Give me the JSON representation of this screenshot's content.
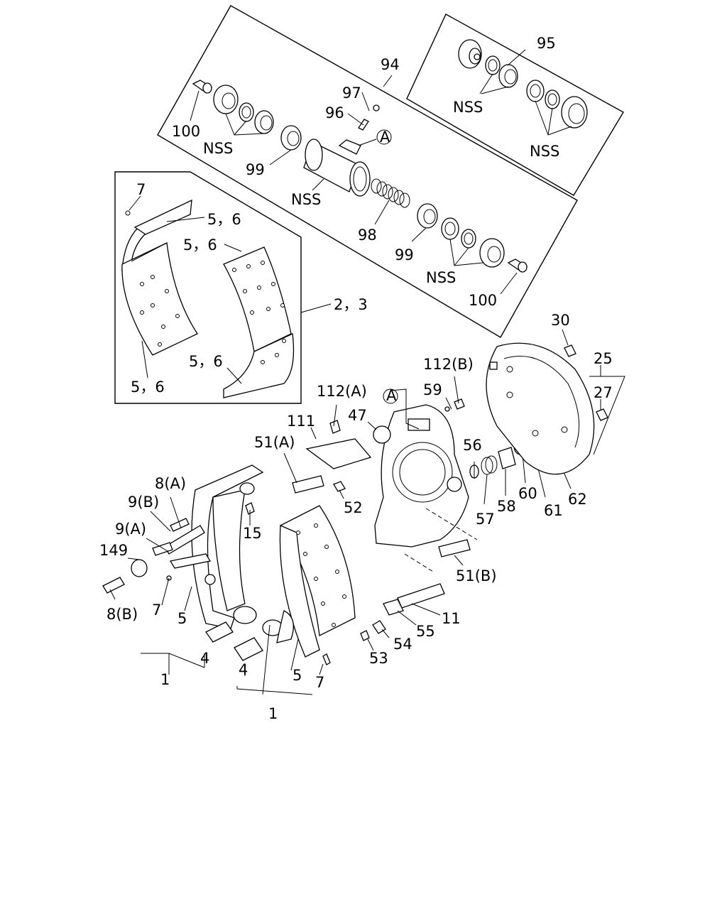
{
  "labels": {
    "l94": "94",
    "l95": "95",
    "l97": "97",
    "l96": "96",
    "lA1": "A",
    "l100a": "100",
    "lNSS1": "NSS",
    "l99a": "99",
    "lNSS2": "NSS",
    "lNSS3": "NSS",
    "lNSS4": "NSS",
    "l98": "98",
    "l99b": "99",
    "lNSS5": "NSS",
    "l100b": "100",
    "l7a": "7",
    "l56a": "5，6",
    "l56b": "5，6",
    "l23": "2，3",
    "l56c": "5，6",
    "l56d": "5，6",
    "l30": "30",
    "l25": "25",
    "l27": "27",
    "l112B": "112(B)",
    "l59": "59",
    "l112A": "112(A)",
    "lA2": "A",
    "l111": "111",
    "l47": "47",
    "l51A": "51(A)",
    "l56": "56",
    "l52": "52",
    "l57": "57",
    "l58": "58",
    "l60": "60",
    "l61": "61",
    "l62": "62",
    "l8A": "8(A)",
    "l9B": "9(B)",
    "l9A": "9(A)",
    "l149": "149",
    "l15": "15",
    "l8B": "8(B)",
    "l7b": "7",
    "l5a": "5",
    "l4a": "4",
    "l1a": "1",
    "l4b": "4",
    "l5b": "5",
    "l7c": "7",
    "l1b": "1",
    "l51B": "51(B)",
    "l11": "11",
    "l55": "55",
    "l54": "54",
    "l53": "53"
  },
  "icons": [
    "wheel-cylinder-assembly",
    "brake-shoe-lining",
    "brake-shoe",
    "anchor-plate",
    "dust-cover"
  ]
}
